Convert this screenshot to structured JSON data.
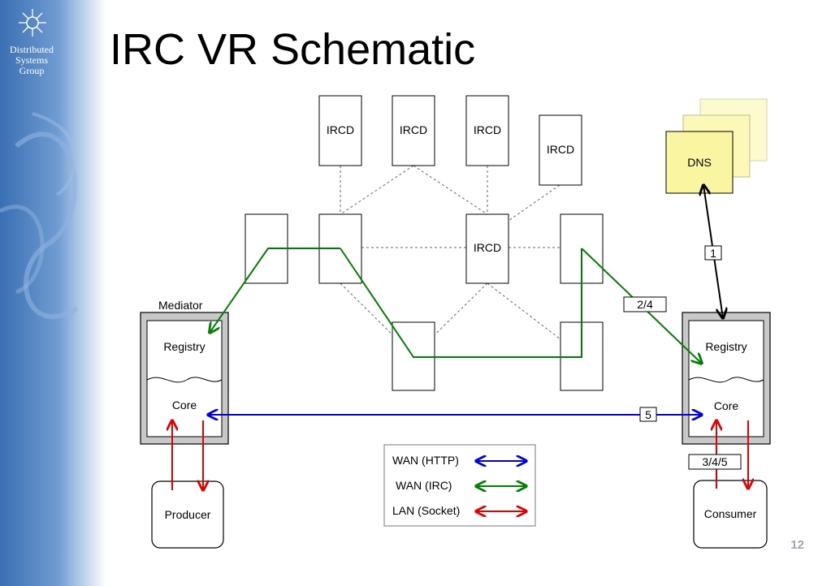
{
  "slide": {
    "title": "IRC VR Schematic",
    "page_number": "12"
  },
  "sidebar": {
    "org_name_lines": [
      "Distributed",
      "Systems",
      "Group"
    ]
  },
  "diagram": {
    "ircd_label": "IRCD",
    "dns_label": "DNS",
    "mediator": {
      "title": "Mediator",
      "registry": "Registry",
      "core": "Core"
    },
    "right_node": {
      "registry": "Registry",
      "core": "Core"
    },
    "producer": "Producer",
    "consumer": "Consumer",
    "step_labels": {
      "dns_lookup": "1",
      "irc_path": "2/4",
      "http_link": "5",
      "socket_link": "3/4/5"
    },
    "legend": [
      {
        "label": "WAN (HTTP)",
        "color": "#0000e0"
      },
      {
        "label": "WAN (IRC)",
        "color": "#008000"
      },
      {
        "label": "LAN (Socket)",
        "color": "#e00000"
      }
    ]
  }
}
